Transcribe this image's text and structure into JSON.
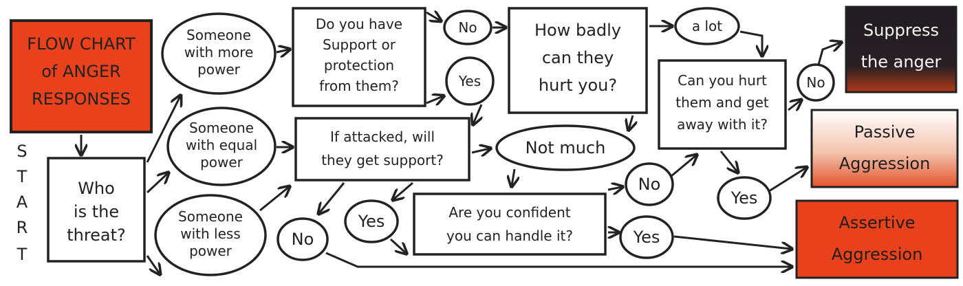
{
  "title": [
    "FLOW CHART",
    "of ANGER",
    "RESPONSES"
  ],
  "start": [
    "S",
    "T",
    "A",
    "R",
    "T"
  ],
  "nodes": {
    "who_threat": [
      "Who",
      "is the",
      "threat?"
    ],
    "more_power": [
      "Someone",
      "with more",
      "power"
    ],
    "equal_power": [
      "Someone",
      "with equal",
      "power"
    ],
    "less_power": [
      "Someone",
      "with less",
      "power"
    ],
    "support_protection": [
      "Do you have",
      "Support or",
      "protection",
      "from them?"
    ],
    "attacked_support": [
      "If attacked, will",
      "they get support?"
    ],
    "hurt_badly": [
      "How badly",
      "can they",
      "hurt you?"
    ],
    "a_lot": "a lot",
    "not_much": "Not much",
    "confident": [
      "Are you confident",
      "you can handle it?"
    ],
    "can_hurt": [
      "Can you hurt",
      "them and get",
      "away with it?"
    ],
    "no1": "No",
    "yes1": "Yes",
    "yes2": "Yes",
    "no2": "No",
    "no3": "No",
    "yes3": "Yes",
    "no4": "No",
    "yes4": "Yes"
  },
  "outcomes": {
    "suppress": [
      "Suppress",
      "the anger"
    ],
    "passive": [
      "Passive",
      "Aggression"
    ],
    "assertive": [
      "Assertive",
      "Aggression"
    ]
  },
  "colors": {
    "red": "#e8411c",
    "dark": "#231d22",
    "peach": "#f6cbb7",
    "ink": "#222222"
  }
}
